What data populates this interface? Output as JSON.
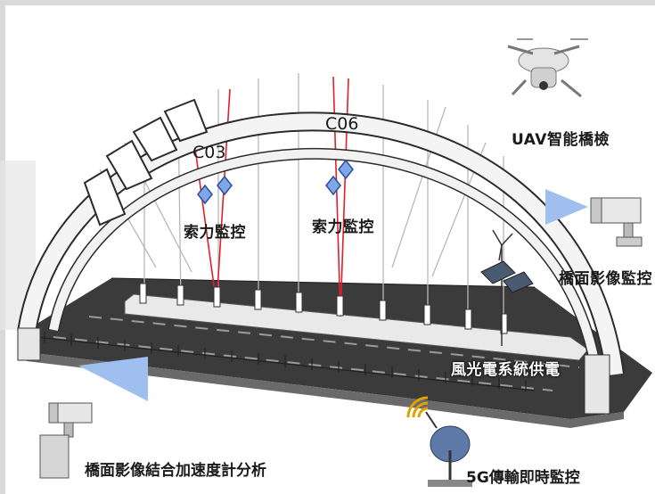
{
  "labels": {
    "c03": "C03",
    "c06": "C06",
    "cable_monitor_left": "索力監控",
    "cable_monitor_right": "索力監控",
    "uav": "UAV智能橋檢",
    "deck_camera": "橋面影像監控",
    "wind_solar": "風光電系統供電",
    "image_accel": "橋面影像結合加速度計分析",
    "g5": "5G傳輸即時監控"
  },
  "icons": [
    "drone-icon",
    "camera-icon",
    "wind-turbine-icon",
    "solar-panel-icon",
    "satellite-dish-icon",
    "signal-icon",
    "sensor-diamond-icon"
  ],
  "colors": {
    "arch": "#f4f4f4",
    "arch_stroke": "#2b2b2b",
    "deck": "#3a3a3a",
    "cable_highlight": "#e0202a",
    "sensor": "#7fa6e8",
    "triangle": "#9fc0ee"
  }
}
